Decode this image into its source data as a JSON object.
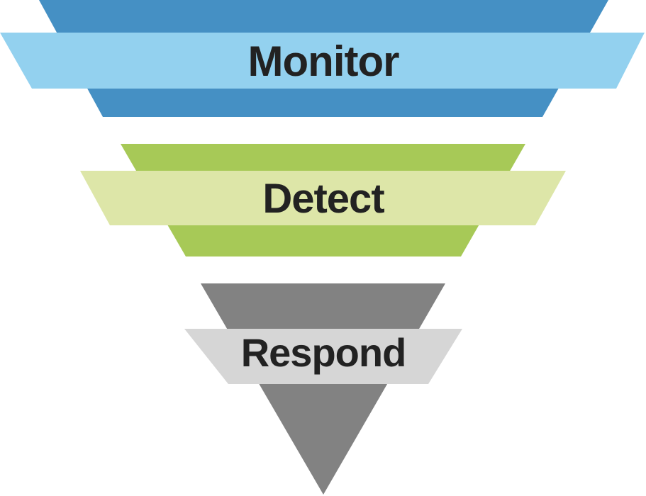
{
  "stages": [
    {
      "label": "Monitor",
      "color_dark": "#4590C4",
      "color_light": "#93D1EF"
    },
    {
      "label": "Detect",
      "color_dark": "#A7C957",
      "color_light": "#DDE6A8"
    },
    {
      "label": "Respond",
      "color_dark": "#828282",
      "color_light": "#D6D6D6"
    }
  ]
}
